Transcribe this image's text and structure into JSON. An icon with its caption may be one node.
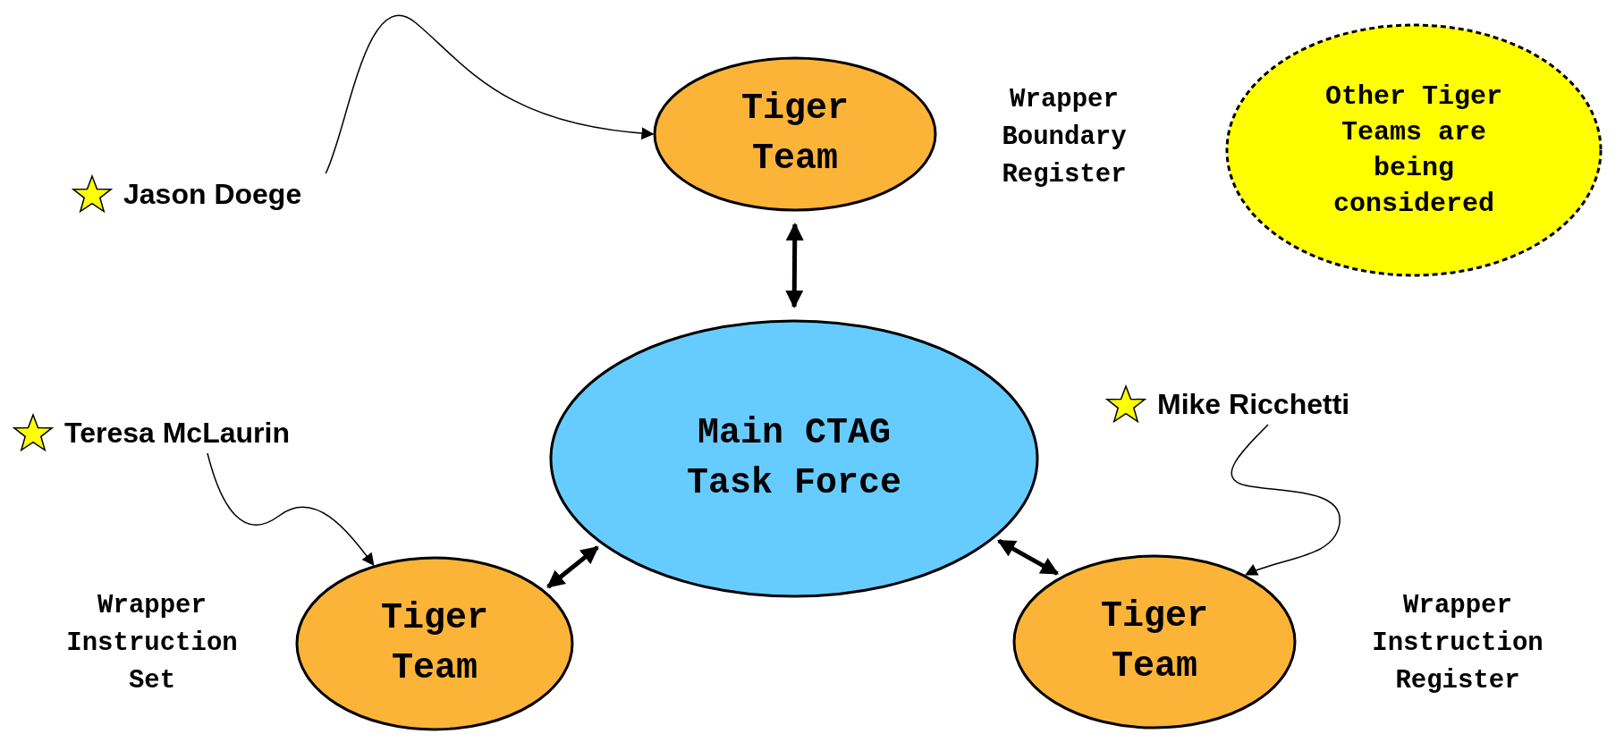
{
  "diagram": {
    "nodes": [
      {
        "text": [
          "Jason Doege"
        ]
      },
      {
        "text": [
          "Tiger Team"
        ],
        "beside": [
          "Wrapper Boundary Register"
        ]
      },
      {
        "text": [
          "Other Tiger Teams are being considered"
        ]
      },
      {
        "text": [
          "Teresa McLaurin"
        ]
      },
      {
        "text": [
          "Mike Ricchetti"
        ]
      },
      {
        "text": [
          "Main CTAG Task Force"
        ]
      },
      {
        "text": [
          "Tiger Team"
        ],
        "beside": [
          "Wrapper Instruction Set"
        ]
      },
      {
        "text": [
          "Tiger Team"
        ],
        "beside": [
          "Wrapper Instruction Register"
        ]
      }
    ],
    "edges": [
      {
        "from": 0,
        "to": 1,
        "arrow": "to"
      },
      {
        "from": 3,
        "to": 6,
        "arrow": "to"
      },
      {
        "from": 4,
        "to": 7,
        "arrow": "to"
      },
      {
        "from": 5,
        "to": 1,
        "arrow": "both",
        "style": "thick"
      },
      {
        "from": 5,
        "to": 6,
        "arrow": "both",
        "style": "thick"
      },
      {
        "from": 5,
        "to": 7,
        "arrow": "both",
        "style": "thick"
      }
    ]
  }
}
